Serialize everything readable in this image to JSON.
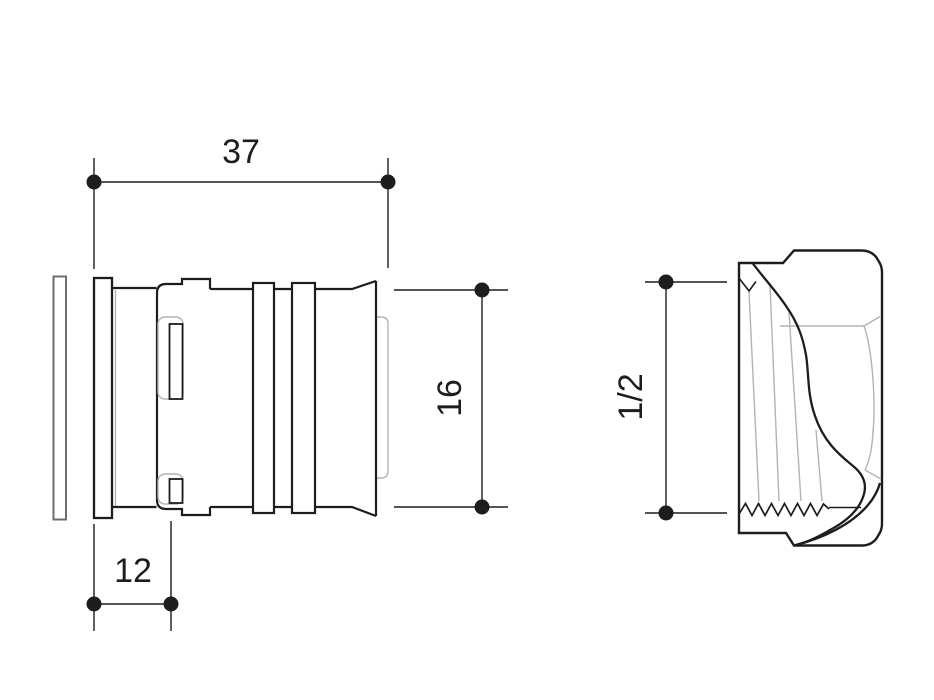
{
  "drawing": {
    "colors": {
      "background": "#ffffff",
      "line": "#1d1d1b",
      "detail_line": "#b3b3b3",
      "washer_line": "#6e6e6e"
    },
    "dimensions": {
      "overall_length": "37",
      "pipe_diameter": "16",
      "insertion_depth": "12",
      "thread_size": "1/2"
    }
  }
}
